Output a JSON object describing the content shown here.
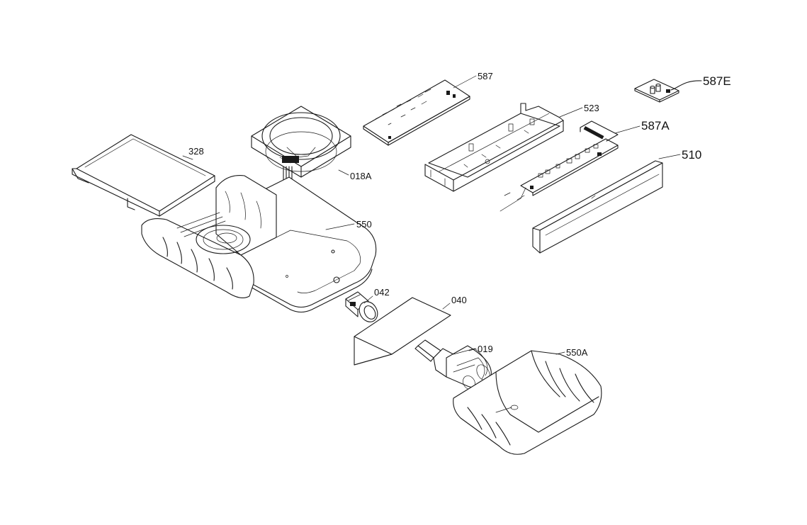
{
  "diagram": {
    "parts": [
      {
        "id": "p587",
        "label": "587"
      },
      {
        "id": "p587e",
        "label": "587E"
      },
      {
        "id": "p523",
        "label": "523"
      },
      {
        "id": "p587a",
        "label": "587A"
      },
      {
        "id": "p510",
        "label": "510"
      },
      {
        "id": "p328",
        "label": "328"
      },
      {
        "id": "p018a",
        "label": "018A"
      },
      {
        "id": "p550",
        "label": "550"
      },
      {
        "id": "p042",
        "label": "042"
      },
      {
        "id": "p040",
        "label": "040"
      },
      {
        "id": "p019",
        "label": "019"
      },
      {
        "id": "p550a",
        "label": "550A"
      }
    ]
  }
}
